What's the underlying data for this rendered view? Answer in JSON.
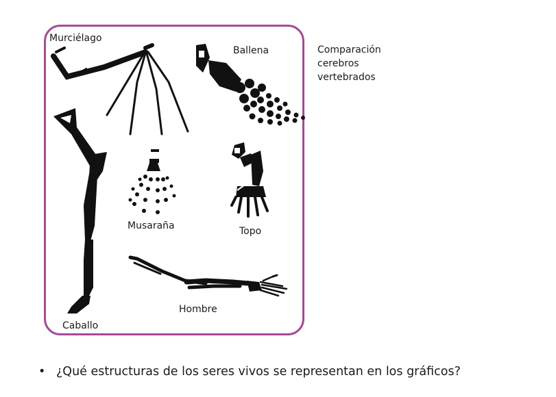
{
  "diagram": {
    "labels": {
      "bat": "Murciélago",
      "whale": "Ballena",
      "shrew": "Musaraña",
      "mole": "Topo",
      "human": "Hombre",
      "horse": "Caballo"
    },
    "caption": [
      "Comparación",
      "cerebros",
      "vertebrados"
    ]
  },
  "question": {
    "bullet": "•",
    "text": "¿Qué estructuras de los seres vivos se representan en los gráficos?"
  },
  "colors": {
    "frame": "#a54a96",
    "bones": "#111111"
  }
}
